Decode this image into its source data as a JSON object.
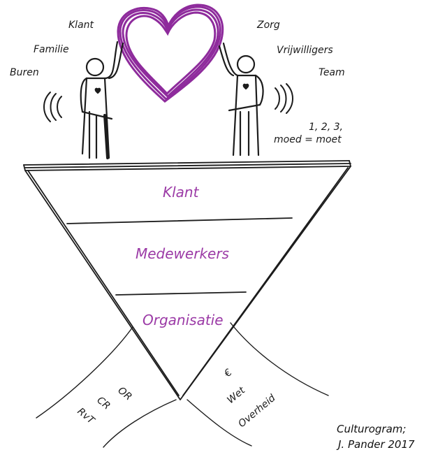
{
  "left_labels": {
    "klant": "Klant",
    "familie": "Familie",
    "buren": "Buren"
  },
  "right_labels": {
    "zorg": "Zorg",
    "vrijwilligers": "Vrijwilligers",
    "team": "Team"
  },
  "motto": {
    "line1": "1, 2, 3,",
    "line2": "moed = moet"
  },
  "funnel_layers": {
    "top": "Klant",
    "middle": "Medewerkers",
    "bottom": "Organisatie"
  },
  "left_base": {
    "or": "OR",
    "cr": "CR",
    "rvt": "RvT"
  },
  "right_base": {
    "euro": "€",
    "wet": "Wet",
    "overheid": "Overheid"
  },
  "credit": {
    "line1": "Culturogram;",
    "line2": "J. Pander 2017"
  },
  "colors": {
    "heart": "#8e2b9c",
    "accent_text": "#9b3aa6",
    "ink": "#1c1c1c"
  }
}
